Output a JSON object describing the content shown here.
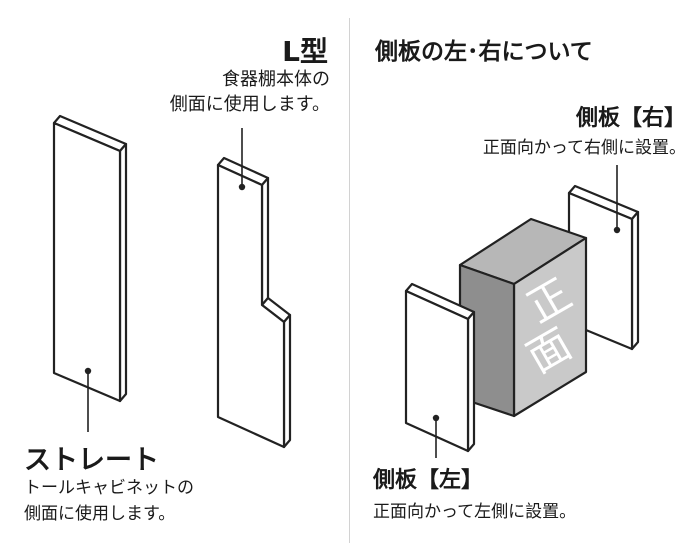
{
  "left": {
    "l_type": {
      "title": "L型",
      "desc_line1": "食器棚本体の",
      "desc_line2": "側面に使用します。"
    },
    "straight": {
      "title": "ストレート",
      "desc_line1": "トールキャビネットの",
      "desc_line2": "側面に使用します。"
    }
  },
  "right": {
    "heading": "側板の左･右について",
    "right_panel": {
      "title": "側板【右】",
      "desc": "正面向かって右側に設置。"
    },
    "left_panel": {
      "title": "側板【左】",
      "desc": "正面向かって左側に設置。"
    },
    "box_label_top": "正",
    "box_label_bottom": "面"
  },
  "colors": {
    "outline": "#222222",
    "box_front": "#8e8e8e",
    "box_top": "#b7b7b7",
    "box_side": "#c9c9c9",
    "divider": "#d2d2d2"
  }
}
